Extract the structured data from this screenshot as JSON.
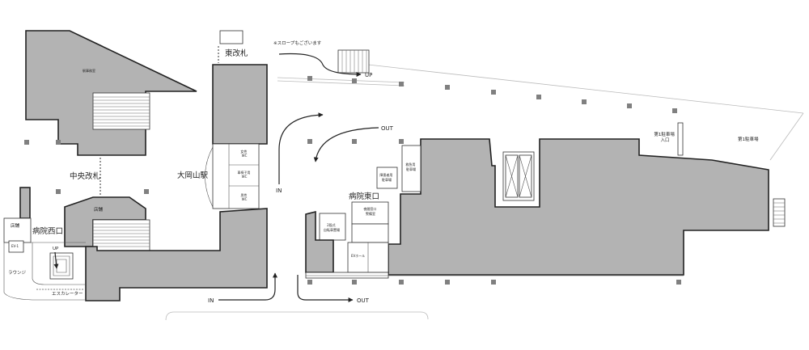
{
  "colors": {
    "building_fill": "#b3b3b3",
    "outline": "#222222"
  },
  "labels": {
    "slope_note": "※スロープもございます",
    "east_gate": "東改札",
    "up_east": "UP",
    "station_office": "駅事務室",
    "central_gate": "中央改札",
    "station_name": "大岡山駅",
    "wc_female": {
      "line1": "女性",
      "line2": "WC"
    },
    "wc_accessible": {
      "line1": "車椅子用",
      "line2": "WC"
    },
    "wc_male": {
      "line1": "男性",
      "line2": "WC"
    },
    "in_north": "IN",
    "out_north": "OUT",
    "disabled_parking": {
      "line1": "障害者用",
      "line2": "駐車場"
    },
    "ambulance_parking": {
      "line1": "救急用",
      "line2": "駐車場"
    },
    "hospital_east_entrance": "病院東口",
    "night_window": {
      "line1": "夜間窓口",
      "line2": "警備室"
    },
    "bicycle_parking": {
      "line1": "2段式",
      "line2": "自転車置場"
    },
    "ev_hall": "EVホール",
    "parking1_entrance": {
      "line1": "第1駐車場",
      "line2": "入口"
    },
    "parking1": "第1駐車場",
    "shop_center": "店舗",
    "shop_west": "店舗",
    "hospital_west_entrance": "病院西口",
    "up_west": "UP",
    "ev1": "EV-1",
    "lounge": "ラウンジ",
    "escalator": "エスカレーター",
    "in_south": "IN",
    "out_south": "OUT"
  }
}
